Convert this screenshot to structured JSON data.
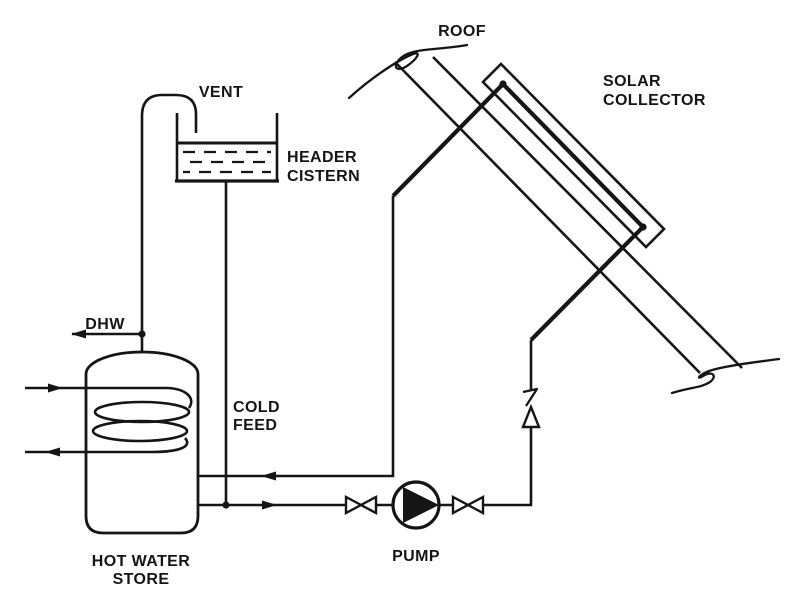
{
  "labels": {
    "vent": "VENT",
    "roof": "ROOF",
    "dhw": "DHW",
    "pump": "PUMP",
    "header_cistern": [
      "HEADER",
      "CISTERN"
    ],
    "solar_collector": [
      "SOLAR",
      "COLLECTOR"
    ],
    "cold_feed": [
      "COLD",
      "FEED"
    ],
    "hot_water_store": [
      "HOT WATER",
      "STORE"
    ]
  },
  "colors": {
    "line": "#151515",
    "background": "#ffffff"
  }
}
